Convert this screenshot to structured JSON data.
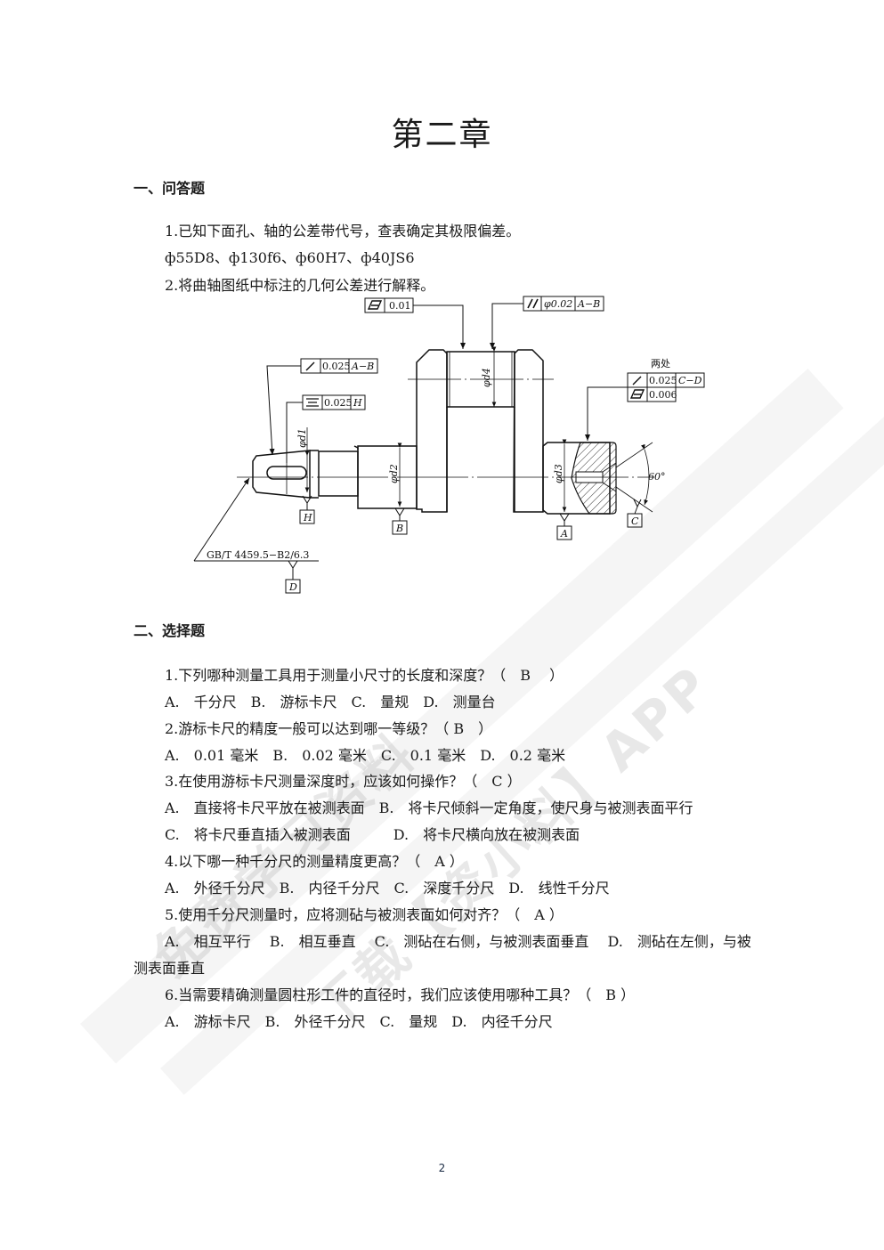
{
  "page": {
    "chapter_title": "第二章",
    "page_number": "2"
  },
  "watermark": {
    "text_1": "免费学习资料",
    "text_2": "下载【资小料】APP"
  },
  "section_1": {
    "heading": "一、问答题",
    "q1_text": "1.已知下面孔、轴的公差带代号，查表确定其极限偏差。",
    "q1_codes": "ф55D8、ф130f6、ф60H7、ф40JS6",
    "q2_text": "2.将曲轴图纸中标注的几何公差进行解释。"
  },
  "figure": {
    "frames": {
      "cylindricity_top": {
        "symbol": "cylindricity",
        "value": "0.01"
      },
      "parallelism_top": {
        "symbol": "parallelism",
        "value": "φ0.02",
        "datum": "A−B"
      },
      "runout_left": {
        "symbol": "circular-runout",
        "value": "0.025",
        "datum": "A−B"
      },
      "symmetry_left": {
        "symbol": "symmetry",
        "value": "0.025",
        "datum": "H"
      },
      "runout_right": {
        "symbol": "circular-runout",
        "value": "0.025",
        "datum": "C−D"
      },
      "cylindricity_right": {
        "symbol": "cylindricity",
        "value": "0.006"
      }
    },
    "note_two_places": "两处",
    "dimensions": {
      "d1": "φd1",
      "d2": "φd2",
      "d3": "φd3",
      "d4": "φd4"
    },
    "datums": [
      "H",
      "B",
      "A",
      "C",
      "D"
    ],
    "angle": "60°",
    "center_hole_standard": "GB/T 4459.5−B2/6.3"
  },
  "section_2": {
    "heading": "二、选择题",
    "questions": [
      {
        "question": "1.下列哪种测量工具用于测量小尺寸的长度和深度？（　B　 ）",
        "options": [
          "A.　千分尺　B.　游标卡尺　C.　量规　D.　测量台"
        ]
      },
      {
        "question": "2.游标卡尺的精度一般可以达到哪一等级？（ B　）",
        "options": [
          "A.　0.01 毫米　B.　0.02 毫米　C.　0.1 毫米　D.　0.2 毫米"
        ]
      },
      {
        "question": "3.在使用游标卡尺测量深度时，应该如何操作？（　C ）",
        "options": [
          "A.　直接将卡尺平放在被测表面　B.　将卡尺倾斜一定角度，使尺身与被测表面平行",
          "C.　将卡尺垂直插入被测表面　　　D.　将卡尺横向放在被测表面"
        ]
      },
      {
        "question": "4.以下哪一种千分尺的测量精度更高？（　A ）",
        "options": [
          "A.　外径千分尺　B.　内径千分尺　C.　深度千分尺　D.　线性千分尺"
        ]
      },
      {
        "question": "5.使用千分尺测量时，应将测砧与被测表面如何对齐？（　A ）",
        "options": [
          "A.　相互平行　 B.　相互垂直　 C.　测砧在右侧，与被测表面垂直　 D.　测砧在左侧，与被",
          "测表面垂直"
        ]
      },
      {
        "question": "6.当需要精确测量圆柱形工件的直径时，我们应该使用哪种工具？（　B ）",
        "options": [
          "A.　游标卡尺　B.　外径千分尺　C.　量规　D.　内径千分尺"
        ]
      }
    ]
  }
}
